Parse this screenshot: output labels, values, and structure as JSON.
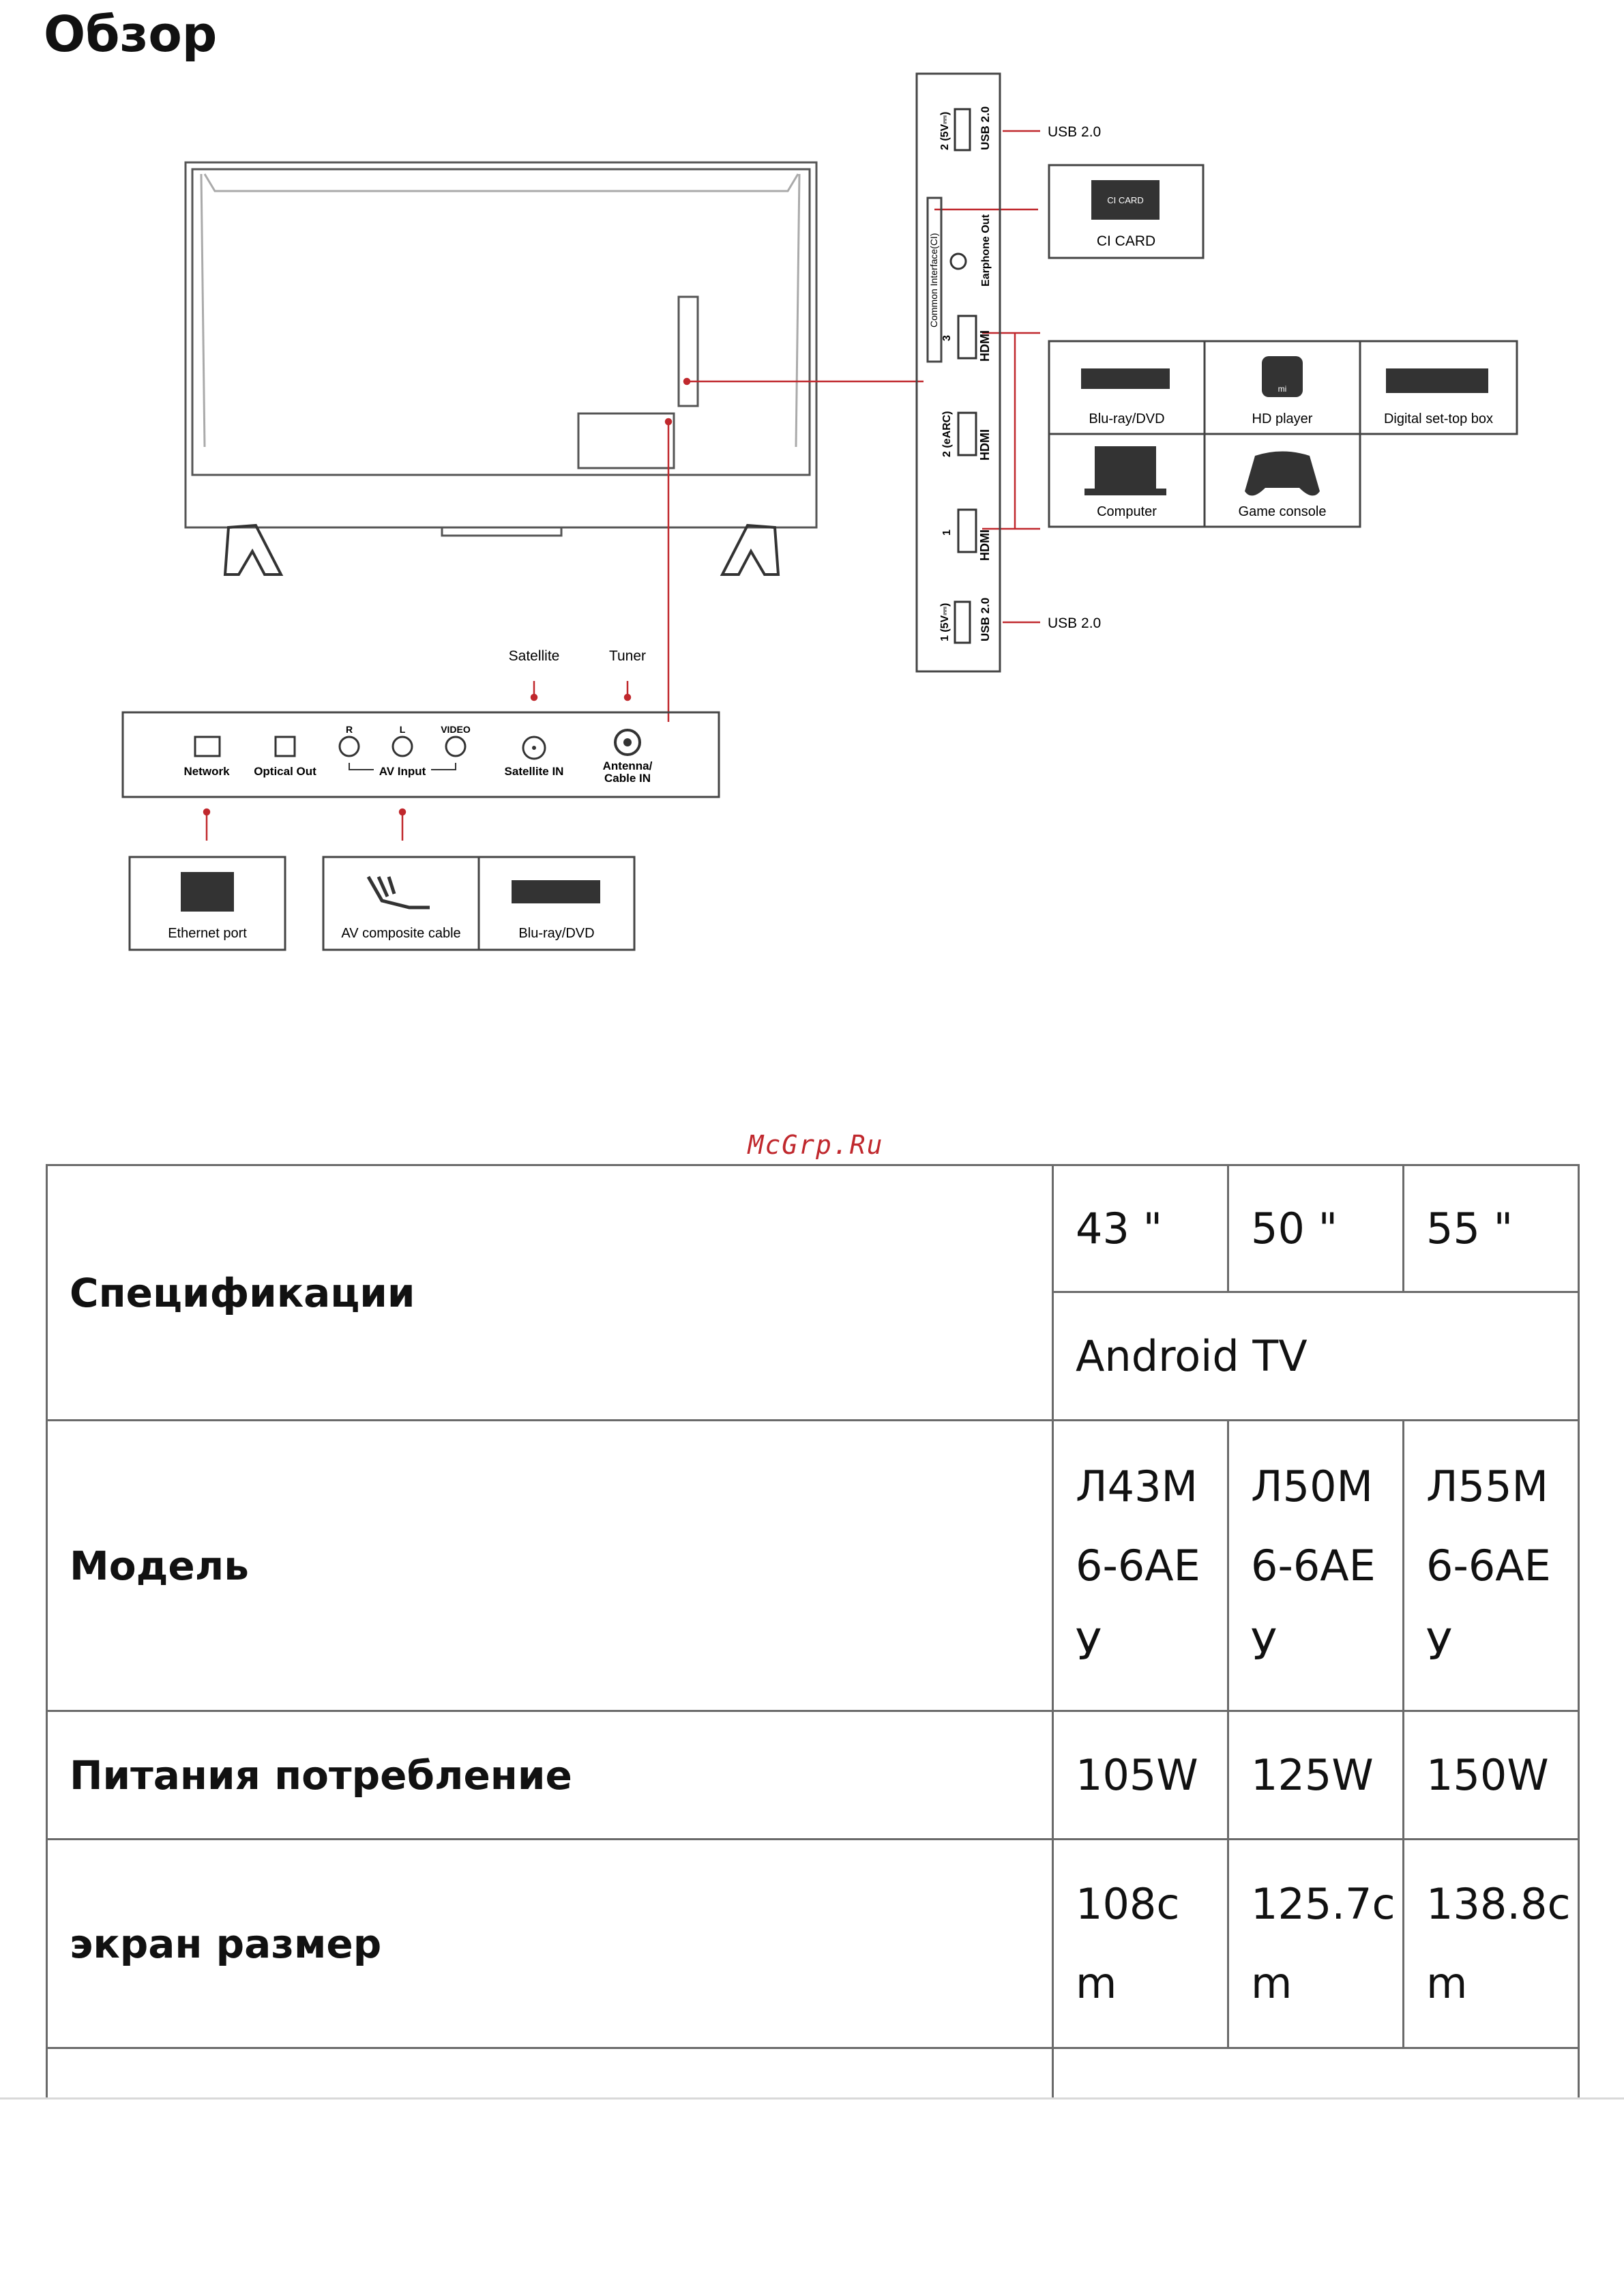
{
  "page": {
    "title": "Обзор",
    "watermark": "McGrp.Ru"
  },
  "diagram": {
    "side_panel": {
      "usb_top": "USB 2.0",
      "usb_top_num": "2 (5V⎓)",
      "ci_slot": "Common Interface(CI)",
      "earphone": "Earphone Out",
      "hdmi3": "3",
      "hdmi2": "2 (eARC)",
      "hdmi1": "1",
      "usb_bottom": "USB 2.0",
      "usb_bottom_num": "1 (5V⎓)",
      "hdmi_word": "HDMI",
      "usb_label_top": "USB 2.0",
      "usb_label_bottom": "USB 2.0"
    },
    "ci_card": {
      "card_text": "CI CARD",
      "label": "CI CARD"
    },
    "devices": [
      "Blu-ray/DVD",
      "HD player",
      "Digital set-top box",
      "Computer",
      "Game console"
    ],
    "hd_player_logo": "mi",
    "bottom_panel": {
      "network": "Network",
      "optical": "Optical Out",
      "av_r": "R",
      "av_l": "L",
      "av_video": "VIDEO",
      "av_input": "AV Input",
      "satellite_in": "Satellite IN",
      "antenna": "Antenna/",
      "antenna2": "Cable IN",
      "satellite_label": "Satellite",
      "tuner_label": "Tuner"
    },
    "bottom_devices": [
      "Ethernet port",
      "AV composite cable",
      "Blu-ray/DVD"
    ]
  },
  "spec_table": {
    "rows": [
      {
        "label": "Спецификации",
        "sizes": [
          "43 \"",
          "50 \"",
          "55 \""
        ],
        "os": "Android TV"
      },
      {
        "label": "Модель",
        "values": [
          "Л43М\n6-6АЕ\nУ",
          "Л50М\n6-6АЕ\nУ",
          "Л55М\n6-6АЕ\nУ"
        ]
      },
      {
        "label": "Питания потребление",
        "values": [
          "105W",
          "125W",
          "150W"
        ]
      },
      {
        "label": "экран размер",
        "values": [
          "108c\nm",
          "125.7c\nm",
          "138.8c\nm"
        ]
      }
    ]
  }
}
